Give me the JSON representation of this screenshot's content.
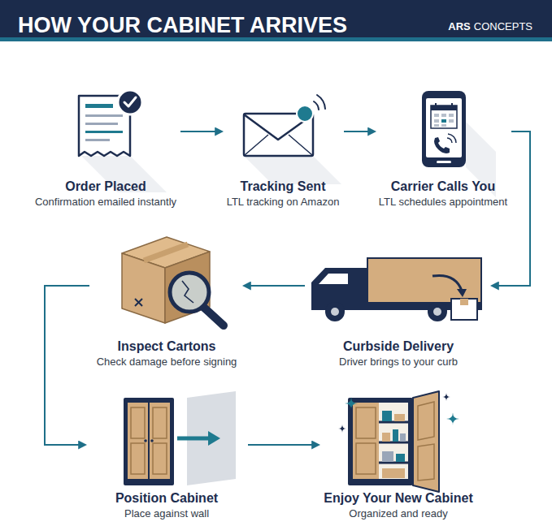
{
  "diagram": {
    "title": "HOW YOUR CABINET ARRIVES",
    "nodes": [
      {
        "text": [
          "Order Placed",
          "Confirmation emailed instantly"
        ]
      },
      {
        "text": [
          "Tracking Sent",
          "LTL tracking on Amazon"
        ]
      },
      {
        "text": [
          "Carrier Calls You",
          "LTL schedules appointment"
        ]
      },
      {
        "text": [
          "Curbside Delivery",
          "Driver brings to your curb"
        ]
      },
      {
        "text": [
          "Inspect Cartons",
          "Check damage before signing"
        ]
      },
      {
        "text": [
          "Position Cabinet",
          "Place against wall"
        ]
      },
      {
        "text": [
          "Enjoy Your New Cabinet",
          "Organized and ready"
        ]
      }
    ],
    "edges": [
      {
        "from": 0,
        "to": 1,
        "arrow": "to"
      },
      {
        "from": 1,
        "to": 2,
        "arrow": "to"
      },
      {
        "from": 2,
        "to": 3,
        "arrow": "to"
      },
      {
        "from": 3,
        "to": 4,
        "arrow": "to"
      },
      {
        "from": 4,
        "to": 5,
        "arrow": "to"
      },
      {
        "from": 5,
        "to": 6,
        "arrow": "to"
      }
    ],
    "labels": [
      "ARS",
      "CONCEPTS"
    ]
  }
}
